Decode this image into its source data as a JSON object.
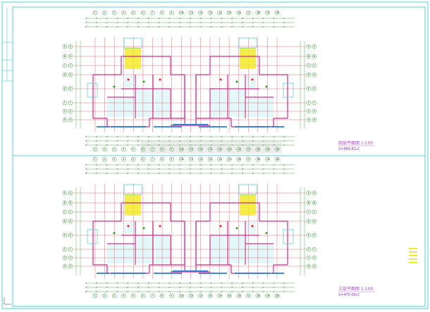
{
  "colors": {
    "frame": "#26c6c6",
    "wall": "#d42a8a",
    "grid": "#e8283c",
    "dim": "#1aa61a",
    "axis_bubble": "#1aa61a",
    "fill_yellow": "#f2ea2a",
    "window": "#2a7fd4",
    "cyan": "#1ec8d8"
  },
  "plans": [
    {
      "id": "upper",
      "caption": "四层平面图 1:100",
      "sub": "S=489.82㎡"
    },
    {
      "id": "lower",
      "caption": "三层平面图 1:100",
      "sub": "S=470.08㎡"
    }
  ],
  "axis_top": [
    "1",
    "2",
    "3",
    "4",
    "5",
    "6",
    "7",
    "8",
    "9",
    "10",
    "11",
    "12",
    "13",
    "14",
    "15",
    "16",
    "17",
    "18",
    "19",
    "20"
  ],
  "axis_side": [
    "A",
    "B",
    "C",
    "D",
    "E",
    "F",
    "G",
    "H"
  ]
}
